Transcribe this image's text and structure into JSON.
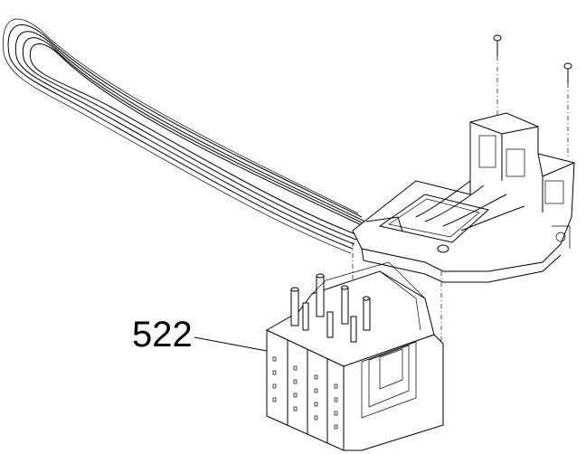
{
  "diagram": {
    "type": "exploded-parts-drawing",
    "callouts": [
      {
        "id": "part-522",
        "label": "522"
      }
    ],
    "line_color": "#000000",
    "background": "#ffffff"
  }
}
